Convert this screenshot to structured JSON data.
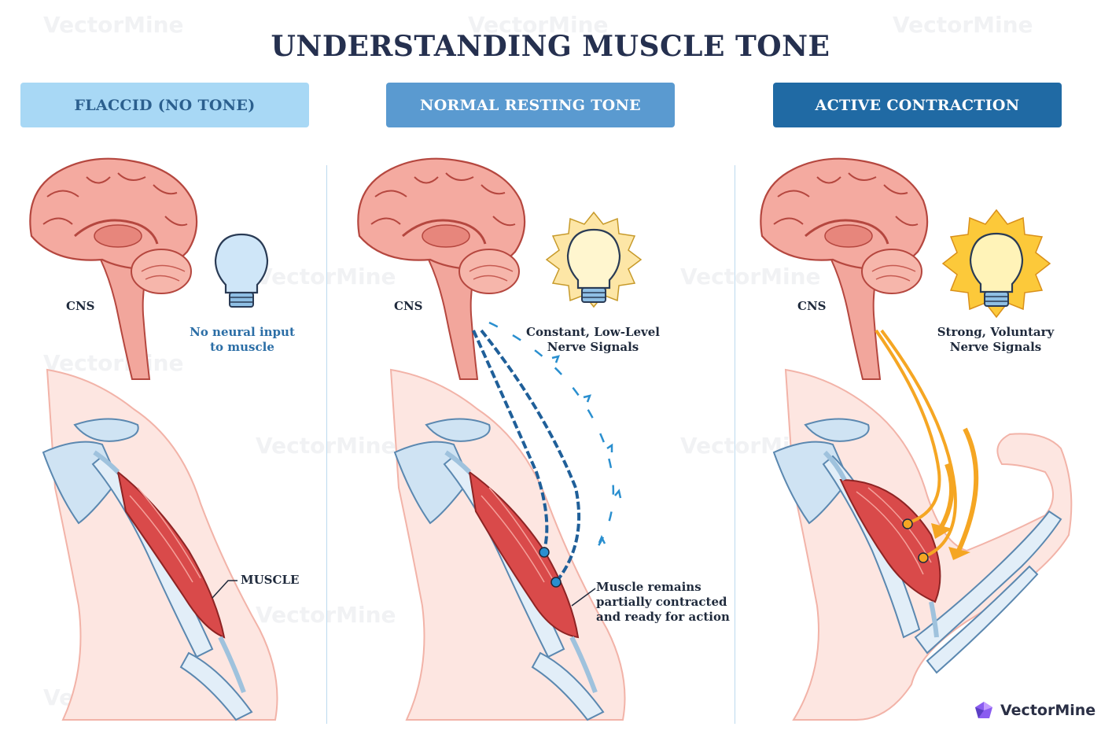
{
  "title": "UNDERSTANDING MUSCLE TONE",
  "panels": [
    {
      "header": "FLACCID (NO TONE)",
      "cns_label": "CNS",
      "signal_label_line1": "No neural input",
      "signal_label_line2": "to muscle",
      "muscle_label": "MUSCLE"
    },
    {
      "header": "NORMAL RESTING TONE",
      "cns_label": "CNS",
      "signal_label_line1": "Constant, Low-Level",
      "signal_label_line2": "Nerve Signals",
      "note_line1": "Muscle remains",
      "note_line2": "partially contracted",
      "note_line3": "and ready for action"
    },
    {
      "header": "ACTIVE CONTRACTION",
      "cns_label": "CNS",
      "signal_label_line1": "Strong, Voluntary",
      "signal_label_line2": "Nerve Signals"
    }
  ],
  "watermark": "VectorMine",
  "brand": {
    "name": "VectorMine",
    "icon": "vectormine-logo-icon"
  },
  "colors": {
    "brain": "#f2a69c",
    "brain_dark": "#c9594f",
    "muscle": "#d94a4a",
    "bone": "#cfe3f3",
    "skin": "#fde6e1",
    "nerve_low": "#2a8fcf",
    "nerve_strong": "#f5a623"
  }
}
